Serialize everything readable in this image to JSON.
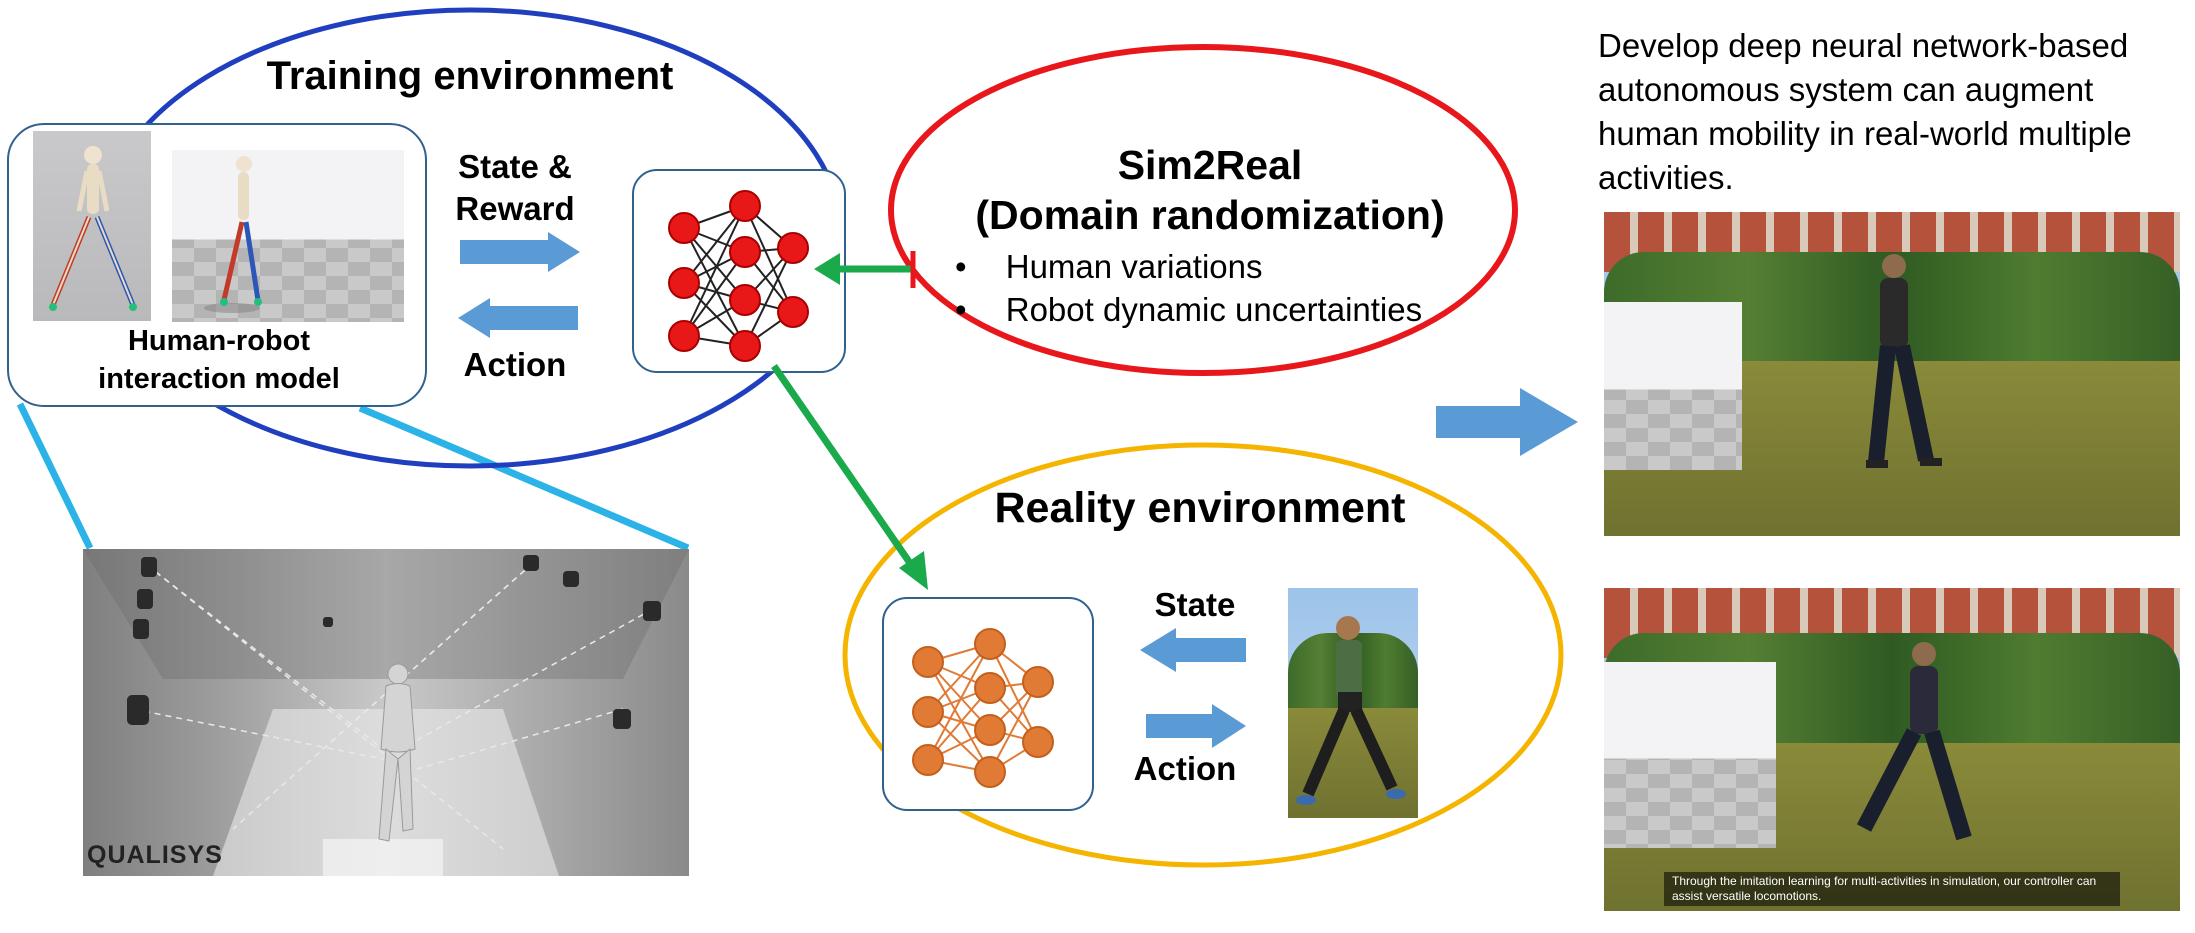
{
  "training": {
    "title": "Training environment",
    "hri_label_line1": "Human-robot",
    "hri_label_line2": "interaction model",
    "state_reward_line1": "State &",
    "state_reward_line2": "Reward",
    "action": "Action"
  },
  "sim2real": {
    "title_line1": "Sim2Real",
    "title_line2": "(Domain randomization)",
    "bullets": [
      "Human variations",
      "Robot dynamic uncertainties"
    ]
  },
  "reality": {
    "title": "Reality environment",
    "state": "State",
    "action": "Action"
  },
  "mocap": {
    "logo": "QUALISYS"
  },
  "summary": "Develop  deep neural network-based autonomous system can augment human mobility in real-world multiple activities.",
  "video_caption": "Through the imitation learning for multi-activities in simulation, our controller can assist versatile locomotions.",
  "colors": {
    "training_ellipse": "#1f3fbf",
    "sim2real_ellipse": "#e8171b",
    "reality_ellipse": "#f4b400",
    "arrow_blue": "#5b9bd5",
    "arrow_green": "#1aaa4b",
    "zoom_lines": "#2bb3e8",
    "neuron_red": "#e81818",
    "neuron_orange": "#e07a34"
  }
}
